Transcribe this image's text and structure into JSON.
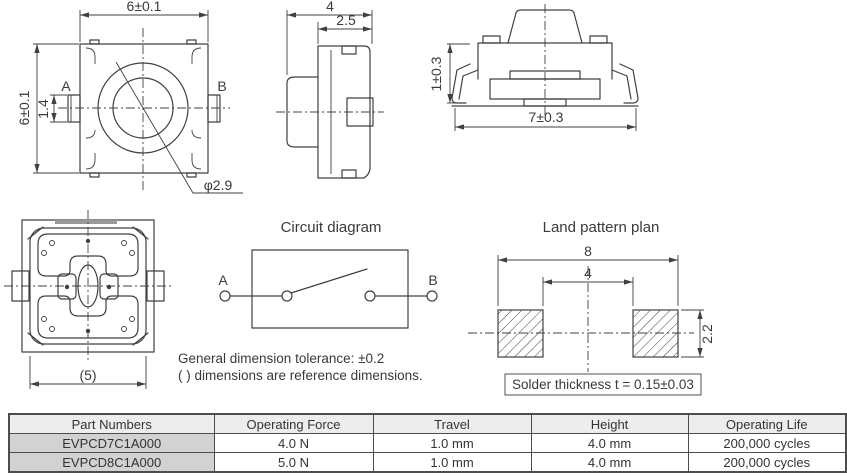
{
  "drawings": {
    "top_view": {
      "dim_width": "6±0.1",
      "dim_height": "6±0.1",
      "dim_terminal": "1.4",
      "terminal_a": "A",
      "terminal_b": "B",
      "dim_hole_dia": "φ2.9"
    },
    "side_view": {
      "dim_depth": "4",
      "dim_body_depth": "2.5"
    },
    "front_view": {
      "dim_standoff": "1±0.3",
      "dim_lead_span": "7±0.3"
    },
    "bottom_view": {
      "dim_ref_width": "(5)"
    },
    "circuit_diagram": {
      "title": "Circuit diagram",
      "terminal_a": "A",
      "terminal_b": "B"
    },
    "land_pattern": {
      "title": "Land pattern plan",
      "dim_outer": "8",
      "dim_inner": "4",
      "dim_pad_height": "2.2",
      "solder_note": "Solder thickness t = 0.15±0.03"
    }
  },
  "notes": {
    "line1": "General dimension tolerance: ±0.2",
    "line2": "( ) dimensions are reference dimensions."
  },
  "table": {
    "headers": {
      "part": "Part Numbers",
      "force": "Operating Force",
      "travel": "Travel",
      "height": "Height",
      "life": "Operating Life"
    },
    "rows": [
      {
        "part": "EVPCD7C1A000",
        "force": "4.0 N",
        "travel": "1.0 mm",
        "height": "4.0 mm",
        "life": "200,000 cycles"
      },
      {
        "part": "EVPCD8C1A000",
        "force": "5.0 N",
        "travel": "1.0 mm",
        "height": "4.0 mm",
        "life": "200,000 cycles"
      }
    ]
  },
  "colors": {
    "line": "#404040",
    "text": "#3a3a3a",
    "table_border": "#4d4d4d",
    "header_bg": "#ededed",
    "part_cell_bg": "#d2d2d2"
  }
}
